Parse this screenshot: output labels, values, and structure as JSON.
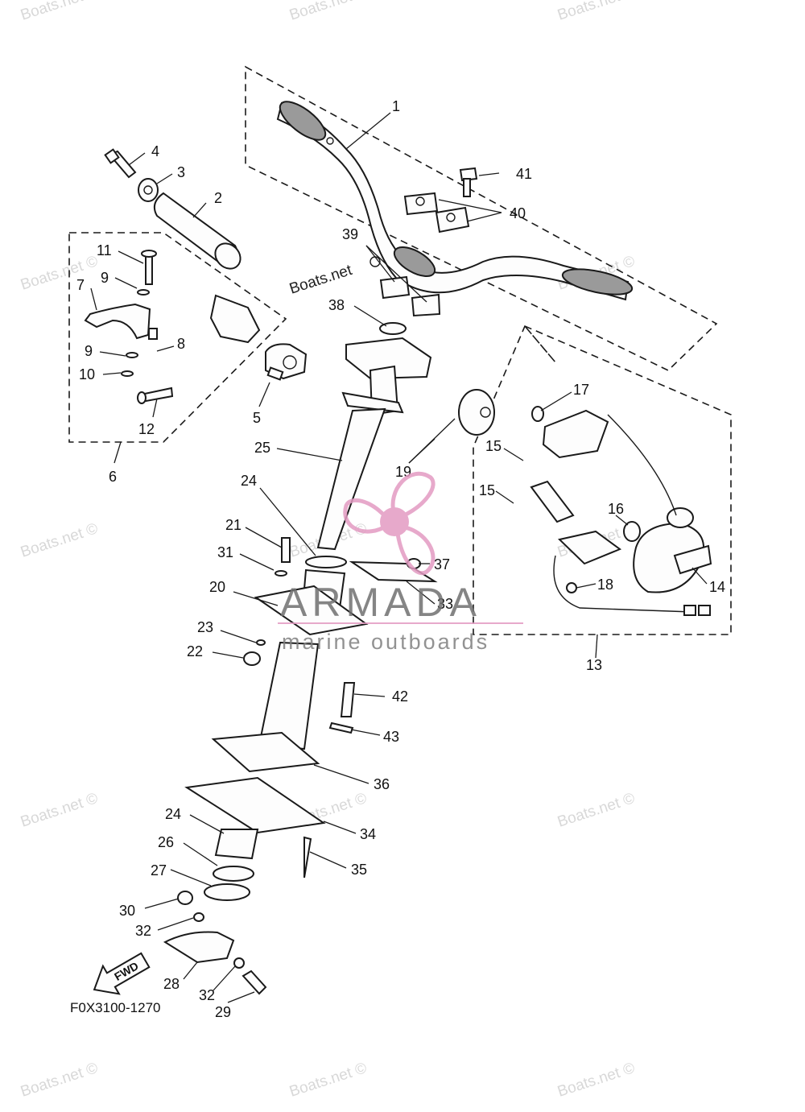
{
  "watermark_text": "Boats.net ©",
  "overlay_label": "Boats.net",
  "brand": {
    "name": "ARMADA",
    "tagline": "marine outboards",
    "logo_color": "#e39bc2"
  },
  "figure_code": "F0X3100-1270",
  "fwd_label": "FWD",
  "callouts": [
    "1",
    "2",
    "3",
    "4",
    "5",
    "6",
    "7",
    "8",
    "9",
    "9",
    "10",
    "11",
    "12",
    "13",
    "14",
    "15",
    "15",
    "16",
    "17",
    "18",
    "19",
    "20",
    "21",
    "22",
    "23",
    "24",
    "24",
    "25",
    "26",
    "27",
    "28",
    "29",
    "30",
    "31",
    "32",
    "32",
    "33",
    "34",
    "35",
    "36",
    "37",
    "38",
    "39",
    "40",
    "41",
    "42",
    "43"
  ]
}
